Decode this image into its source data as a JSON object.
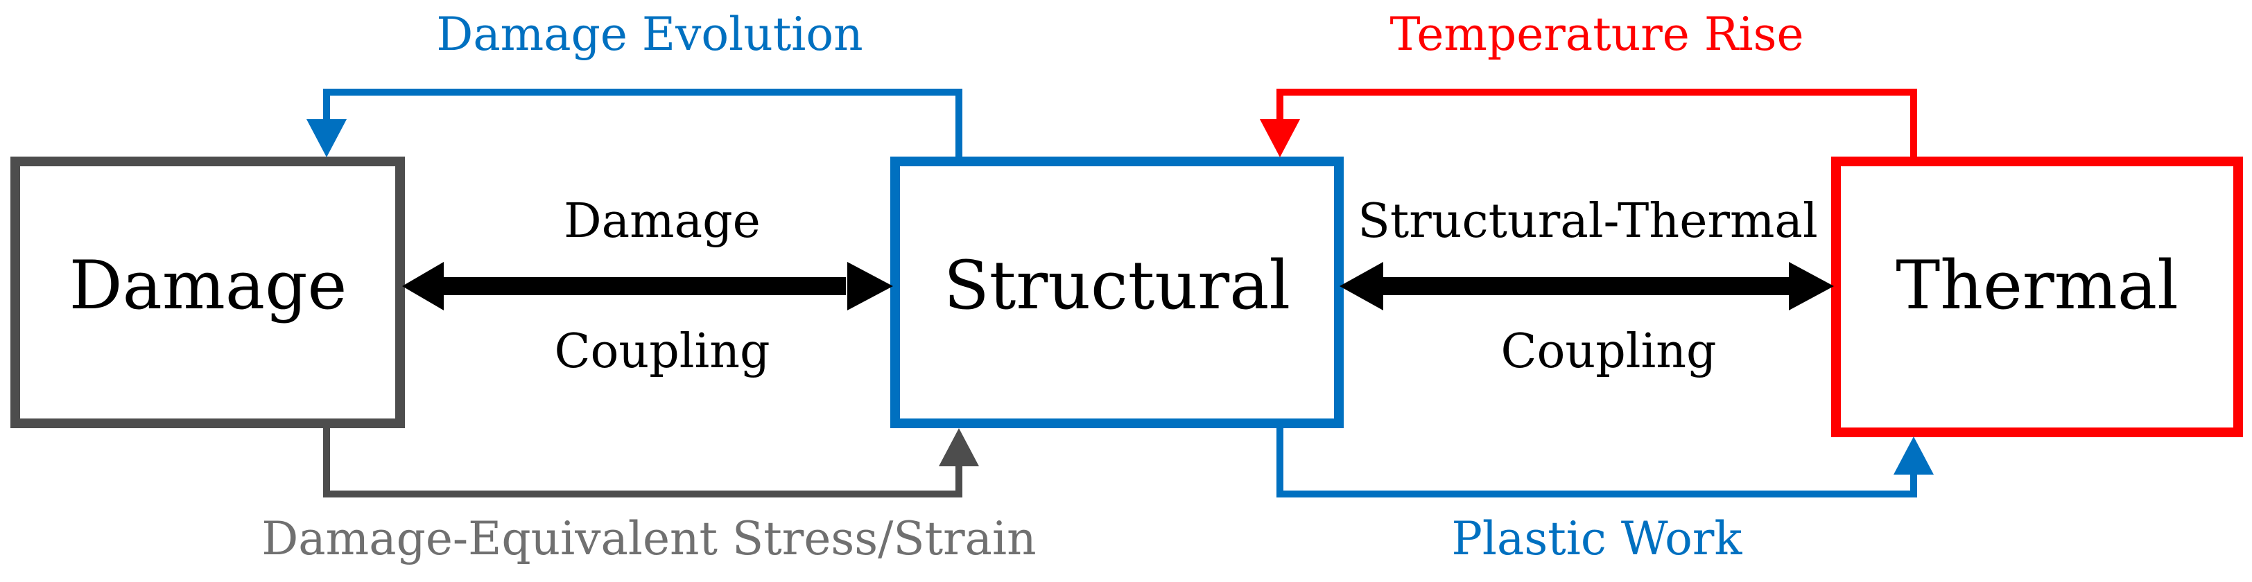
{
  "colors": {
    "damage": "#4d4d4d",
    "structural": "#0070c0",
    "thermal": "#ff0000",
    "damage_label": "#707070",
    "arrow_black": "#000000"
  },
  "boxes": {
    "damage": {
      "label": "Damage"
    },
    "structural": {
      "label": "Structural"
    },
    "thermal": {
      "label": "Thermal"
    }
  },
  "couplings": {
    "damage": {
      "line1": "Damage",
      "line2": "Coupling"
    },
    "structural_thermal": {
      "line1": "Structural-Thermal",
      "line2": "Coupling"
    }
  },
  "feedback": {
    "damage_evolution": "Damage Evolution",
    "damage_equivalent": "Damage-Equivalent Stress/Strain",
    "temperature_rise": "Temperature Rise",
    "plastic_work": "Plastic Work"
  }
}
